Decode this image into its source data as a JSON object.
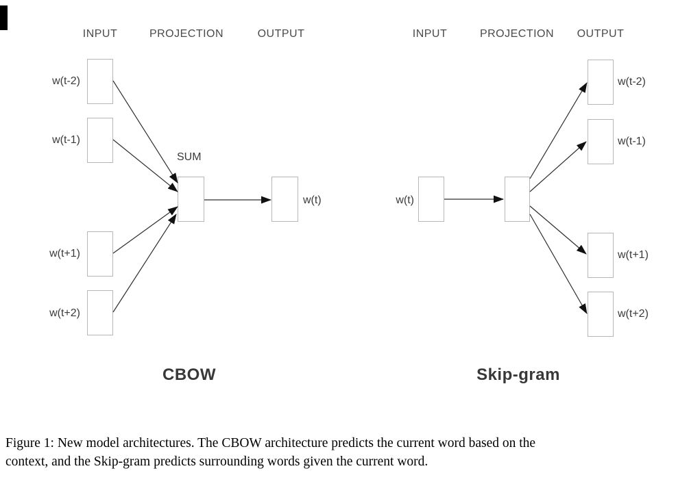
{
  "colors": {
    "box_border": "#b6b6b6",
    "arrow_line": "#2e2e2e",
    "arrow_head": "#111111",
    "header_text": "#4a4a4a",
    "label_text": "#3a3a3a",
    "title_text": "#383838",
    "caption_text": "#000000",
    "background": "#ffffff"
  },
  "cbow": {
    "headers": [
      "INPUT",
      "PROJECTION",
      "OUTPUT"
    ],
    "input_labels": [
      "w(t-2)",
      "w(t-1)",
      "w(t+1)",
      "w(t+2)"
    ],
    "sum_label": "SUM",
    "output_label": "w(t)",
    "title": "CBOW"
  },
  "skipgram": {
    "headers": [
      "INPUT",
      "PROJECTION",
      "OUTPUT"
    ],
    "input_label": "w(t)",
    "output_labels": [
      "w(t-2)",
      "w(t-1)",
      "w(t+1)",
      "w(t+2)"
    ],
    "title": "Skip-gram"
  },
  "caption": {
    "lines": [
      "Figure 1: New model architectures. The CBOW architecture predicts the current word based on the",
      "context, and the Skip-gram predicts surrounding words given the current word."
    ]
  }
}
